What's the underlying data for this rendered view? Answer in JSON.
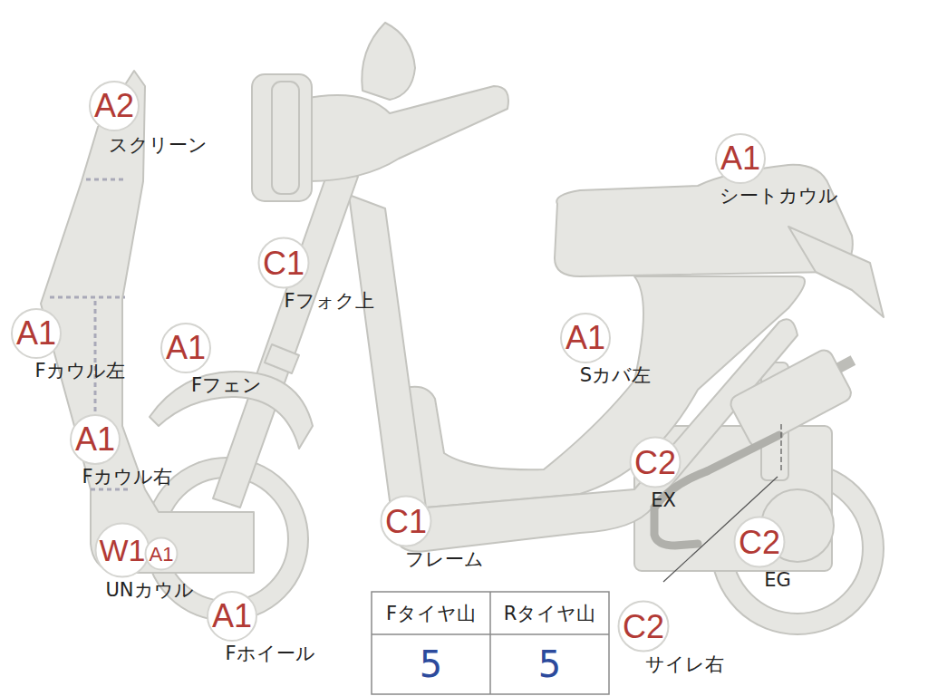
{
  "diagram": {
    "nodes": [
      {
        "text": [
          "A2",
          "スクリーン"
        ]
      },
      {
        "text": [
          "A1",
          "シートカウル"
        ]
      },
      {
        "text": [
          "C1",
          "Fフォク上"
        ]
      },
      {
        "text": [
          "A1",
          "Fカウル左"
        ]
      },
      {
        "text": [
          "A1",
          "Fフェン"
        ]
      },
      {
        "text": [
          "A1",
          "Sカバ左"
        ]
      },
      {
        "text": [
          "A1",
          "Fカウル右"
        ]
      },
      {
        "text": [
          "C2",
          "EX"
        ]
      },
      {
        "text": [
          "C1",
          "フレーム"
        ]
      },
      {
        "text": [
          "C2",
          "EG"
        ]
      },
      {
        "text": [
          "W1",
          "UNカウル"
        ]
      },
      {
        "text": [
          "A1"
        ]
      },
      {
        "text": [
          "A1",
          "Fホイール"
        ]
      },
      {
        "text": [
          "C2",
          "サイレ右"
        ]
      }
    ],
    "labels": [
      "Fタイヤ山",
      "Rタイヤ山",
      "5",
      "5"
    ]
  }
}
